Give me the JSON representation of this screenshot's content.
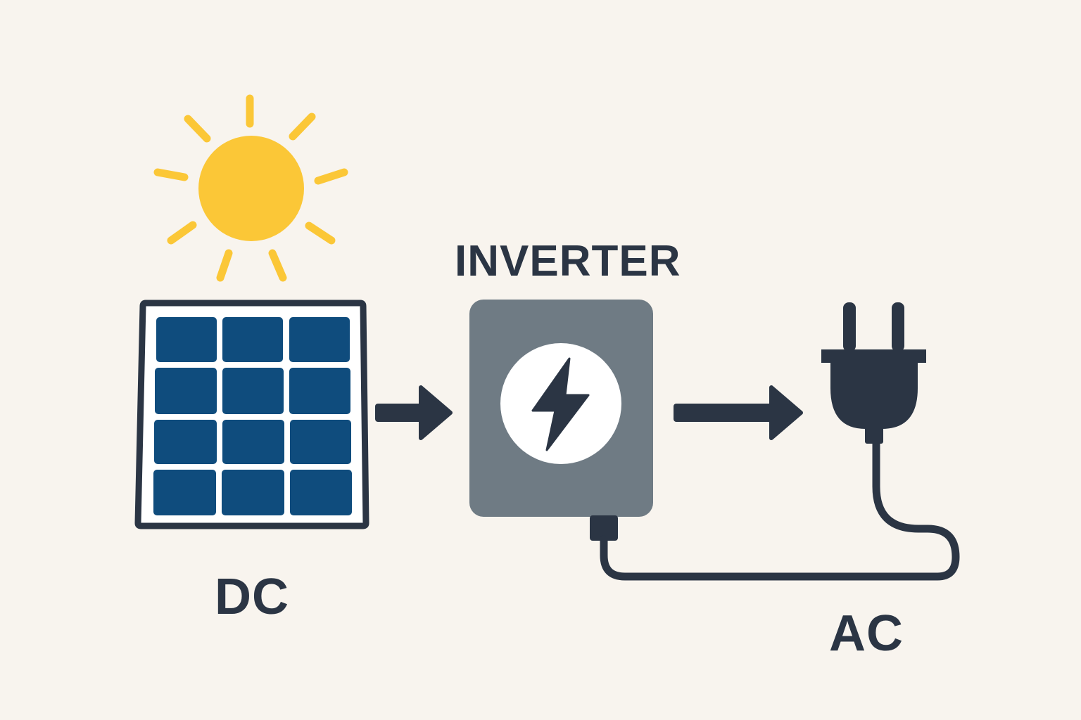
{
  "labels": {
    "inverter": "INVERTER",
    "dc": "DC",
    "ac": "AC"
  },
  "icons": {
    "sun": "sun-icon",
    "solar_panel": "solar-panel-icon",
    "inverter": "inverter-box-icon",
    "lightning": "lightning-bolt-icon",
    "plug": "power-plug-icon",
    "arrow": "arrow-right-icon"
  },
  "colors": {
    "background": "#f8f4ee",
    "sun": "#fbc737",
    "panel_cell": "#0f4c7d",
    "panel_frame": "#2b3544",
    "inverter_body": "#6f7b84",
    "dark": "#2b3544",
    "white": "#ffffff"
  }
}
